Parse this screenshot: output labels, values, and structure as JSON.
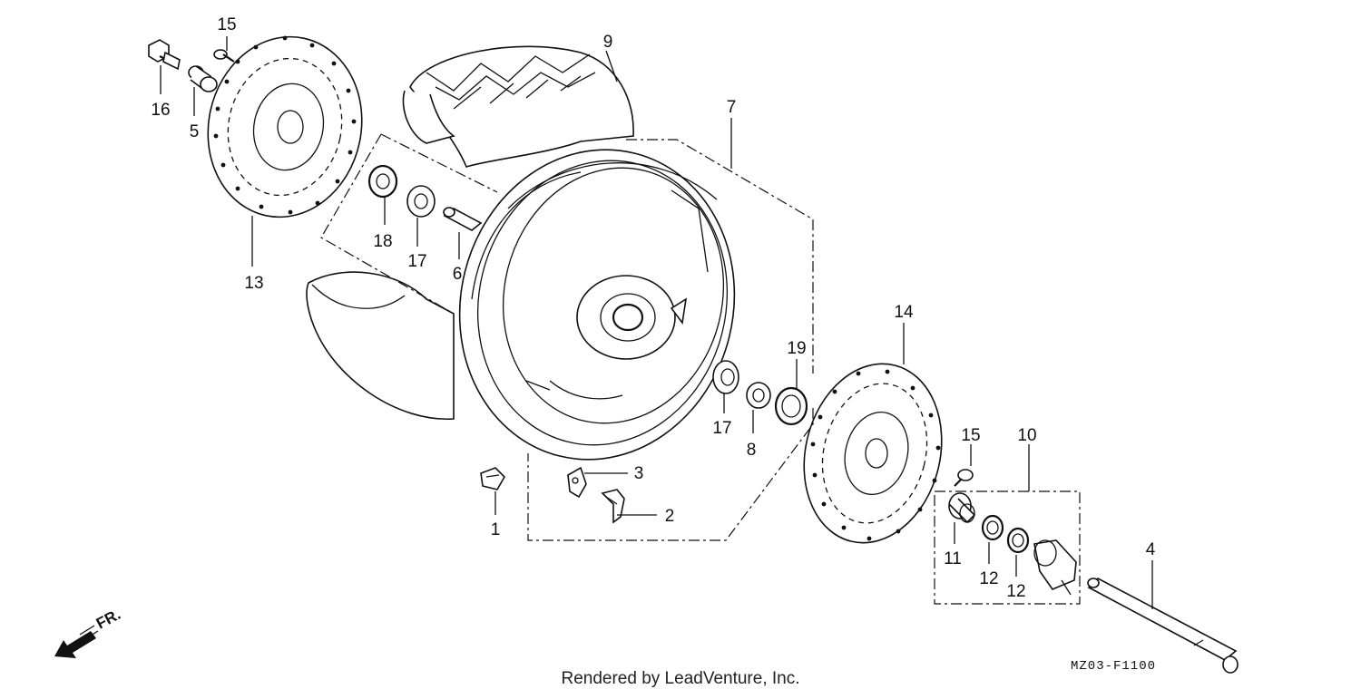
{
  "diagram": {
    "callouts": [
      {
        "id": "c1",
        "label": "1"
      },
      {
        "id": "c2",
        "label": "2"
      },
      {
        "id": "c3",
        "label": "3"
      },
      {
        "id": "c4",
        "label": "4"
      },
      {
        "id": "c5",
        "label": "5"
      },
      {
        "id": "c6",
        "label": "6"
      },
      {
        "id": "c7",
        "label": "7"
      },
      {
        "id": "c8",
        "label": "8"
      },
      {
        "id": "c9",
        "label": "9"
      },
      {
        "id": "c10",
        "label": "10"
      },
      {
        "id": "c11",
        "label": "11"
      },
      {
        "id": "c12a",
        "label": "12"
      },
      {
        "id": "c12b",
        "label": "12"
      },
      {
        "id": "c13",
        "label": "13"
      },
      {
        "id": "c14",
        "label": "14"
      },
      {
        "id": "c15a",
        "label": "15"
      },
      {
        "id": "c15b",
        "label": "15"
      },
      {
        "id": "c16",
        "label": "16"
      },
      {
        "id": "c17a",
        "label": "17"
      },
      {
        "id": "c17b",
        "label": "17"
      },
      {
        "id": "c18",
        "label": "18"
      },
      {
        "id": "c19",
        "label": "19"
      }
    ],
    "front_marker": "FR.",
    "diagram_code": "MZ03-F1100",
    "credit": "Rendered by LeadVenture, Inc."
  }
}
